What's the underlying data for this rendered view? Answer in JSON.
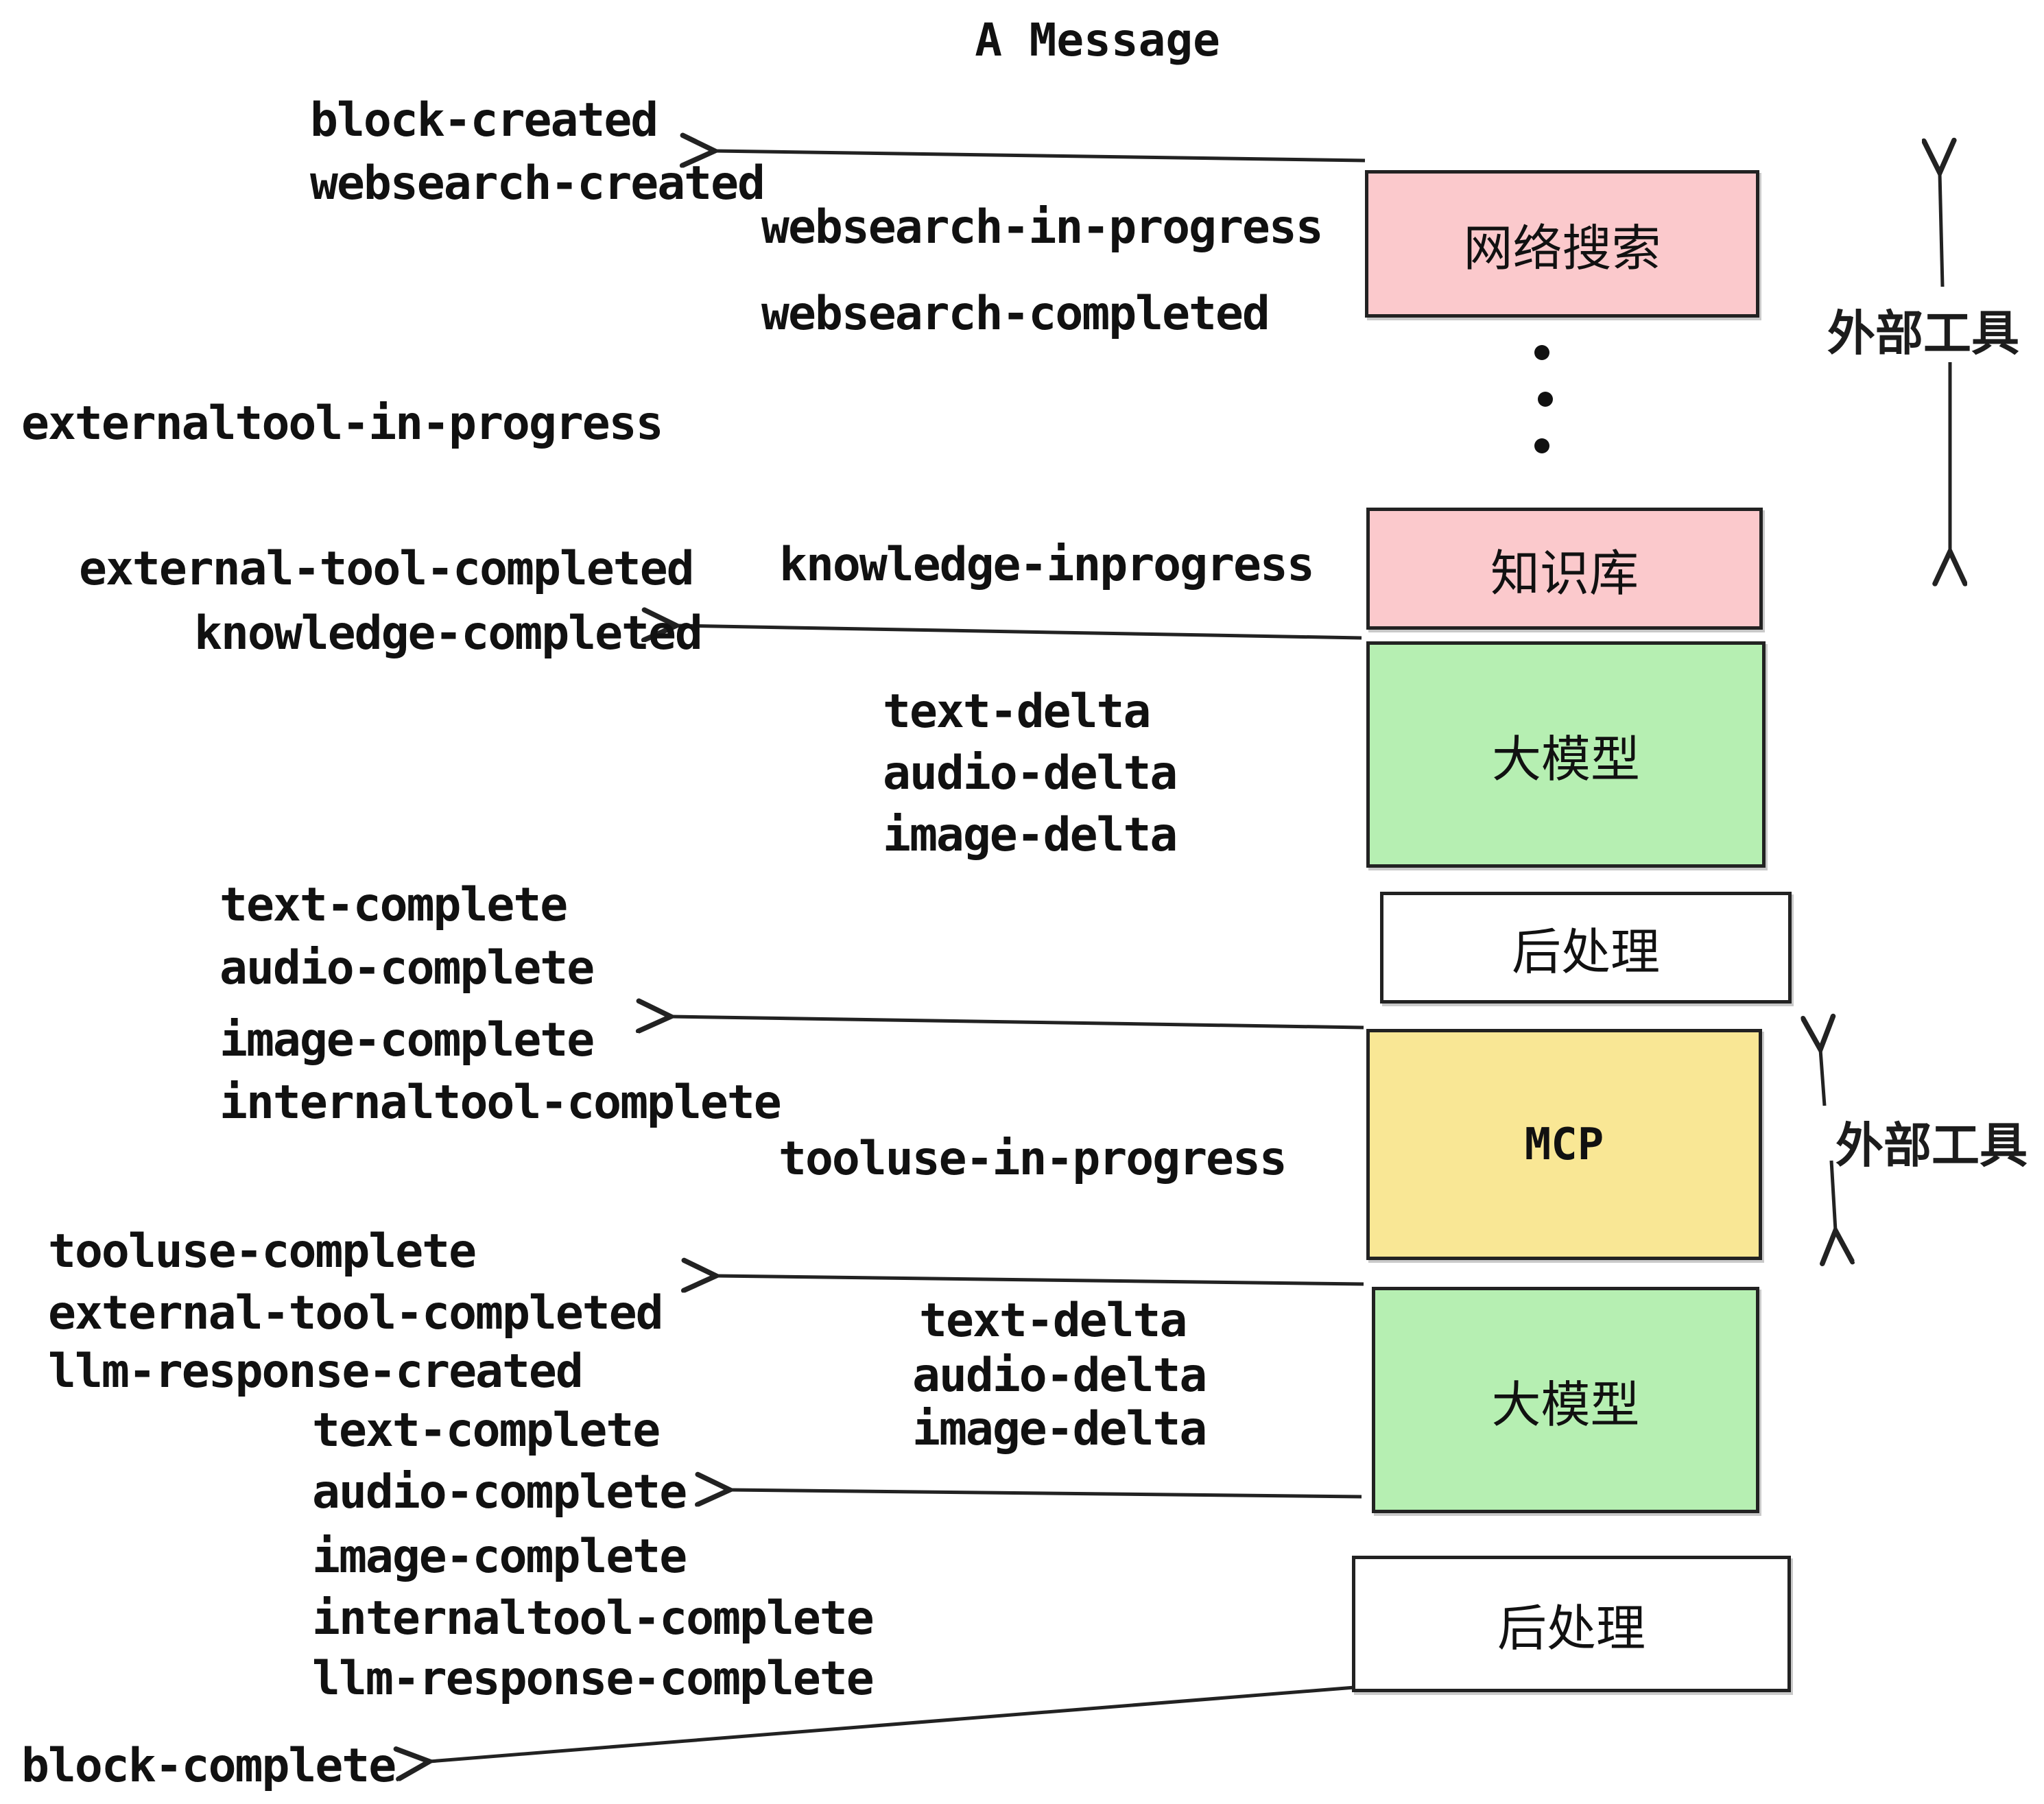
{
  "diagram": {
    "title": "A Message",
    "boxes": [
      {
        "id": "websearch",
        "label": "网络搜索",
        "color": "#fbc9cc"
      },
      {
        "id": "knowledge",
        "label": "知识库",
        "color": "#fbc9cc"
      },
      {
        "id": "llm-1",
        "label": "大模型",
        "color": "#b6efb2"
      },
      {
        "id": "postprocess-1",
        "label": "后处理",
        "color": "#ffffff"
      },
      {
        "id": "mcp",
        "label": "MCP",
        "color": "#f9e795"
      },
      {
        "id": "llm-2",
        "label": "大模型",
        "color": "#b6efb2"
      },
      {
        "id": "postprocess-2",
        "label": "后处理",
        "color": "#ffffff"
      }
    ],
    "side_labels": {
      "external_tool_top": "外部工具",
      "external_tool_mid": "外部工具"
    },
    "events": {
      "block_created": "block-created",
      "websearch_created": "websearch-created",
      "websearch_in_progress": "websearch-in-progress",
      "websearch_completed": "websearch-completed",
      "externaltool_in_progress": "externaltool-in-progress",
      "knowledge_inprogress": "knowledge-inprogress",
      "external_tool_completed_1": "external-tool-completed",
      "knowledge_completed": "knowledge-completed",
      "text_delta_1": "text-delta",
      "audio_delta_1": "audio-delta",
      "image_delta_1": "image-delta",
      "text_complete_1": "text-complete",
      "audio_complete_1": "audio-complete",
      "image_complete_1": "image-complete",
      "internaltool_complete_1": "internaltool-complete",
      "tooluse_in_progress": "tooluse-in-progress",
      "tooluse_complete": "tooluse-complete",
      "external_tool_completed_2": "external-tool-completed",
      "llm_response_created": "llm-response-created",
      "text_complete_2": "text-complete",
      "audio_complete_2": "audio-complete",
      "image_complete_2": "image-complete",
      "internaltool_complete_2": "internaltool-complete",
      "llm_response_complete": "llm-response-complete",
      "block_complete": "block-complete"
    },
    "colors": {
      "pink": "#fbc9cc",
      "green": "#b6efb2",
      "yellow": "#f9e795",
      "stroke": "#222222",
      "text": "#111111"
    }
  }
}
